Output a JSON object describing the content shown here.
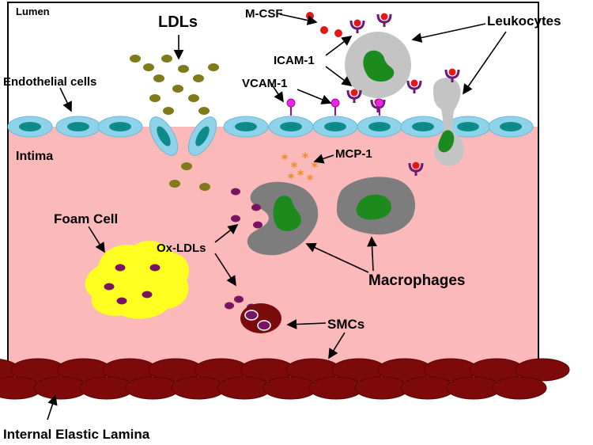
{
  "labels": {
    "lumen": "Lumen",
    "ldls": "LDLs",
    "m_csf": "M-CSF",
    "leukocytes": "Leukocytes",
    "icam1": "ICAM-1",
    "endothelial_cells": "Endothelial cells",
    "vcam1": "VCAM-1",
    "intima": "Intima",
    "mcp1": "MCP-1",
    "foam_cell": "Foam Cell",
    "ox_ldls": "Ox-LDLs",
    "macrophages": "Macrophages",
    "smcs": "SMCs",
    "internal_elastic_lamina": "Internal Elastic Lamina"
  },
  "colors": {
    "intima": "#fbb9b9",
    "endothelial_cell": "#8fd3ea",
    "endothelial_nucleus": "#0d8b8b",
    "ldl": "#7f7a1a",
    "ox_ldl": "#7a1460",
    "leukocyte": "#c4c4c4",
    "nucleus": "#1c8a1c",
    "macrophage": "#7d7d7d",
    "foam_cell": "#ffff22",
    "smc": "#7a0b0b",
    "elastic_lamina": "#7d0a0a",
    "m_csf": "#e01a1a",
    "receptor": "#6b1a7a",
    "vcam_dot": "#ee22ee",
    "mcp1_star": "#f08a1a"
  },
  "icons": [
    "ldl-particle",
    "ox-ldl-particle",
    "m-csf-dot",
    "receptor-icon",
    "vcam-icon",
    "mcp1-star"
  ]
}
